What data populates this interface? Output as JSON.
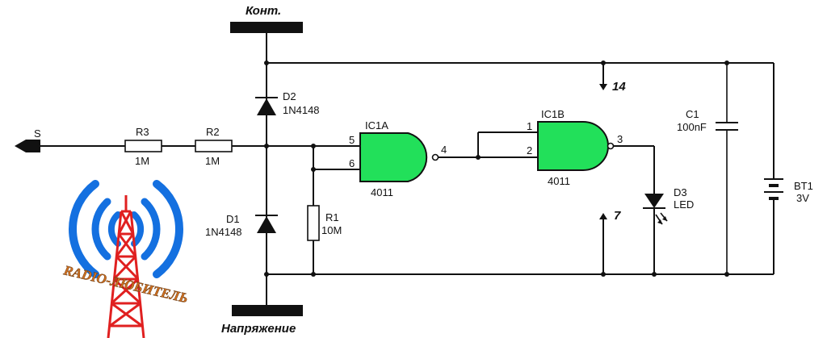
{
  "labels": {
    "top_probe": "Конт.",
    "bottom_probe": "Напряжение",
    "signal_out": "S",
    "pin_vdd": "14",
    "pin_vss": "7"
  },
  "components": {
    "r3": {
      "ref": "R3",
      "value": "1M"
    },
    "r2": {
      "ref": "R2",
      "value": "1M"
    },
    "r1": {
      "ref": "R1",
      "value": "10M"
    },
    "d1": {
      "ref": "D1",
      "value": "1N4148"
    },
    "d2": {
      "ref": "D2",
      "value": "1N4148"
    },
    "d3": {
      "ref": "D3",
      "value": "LED"
    },
    "c1": {
      "ref": "C1",
      "value": "100nF"
    },
    "bt1": {
      "ref": "BT1",
      "value": "3V"
    },
    "ic1a": {
      "ref": "IC1A",
      "part": "4011",
      "pin_in1": "5",
      "pin_in2": "6",
      "pin_out": "4"
    },
    "ic1b": {
      "ref": "IC1B",
      "part": "4011",
      "pin_in1": "1",
      "pin_in2": "2",
      "pin_out": "3"
    }
  },
  "logo": {
    "text": "RADIO-ЛЮБИТЕЛЬ"
  },
  "colors": {
    "gate_fill": "#22e05a",
    "logo_blue": "#1470e0",
    "mast_red": "#e02020"
  }
}
